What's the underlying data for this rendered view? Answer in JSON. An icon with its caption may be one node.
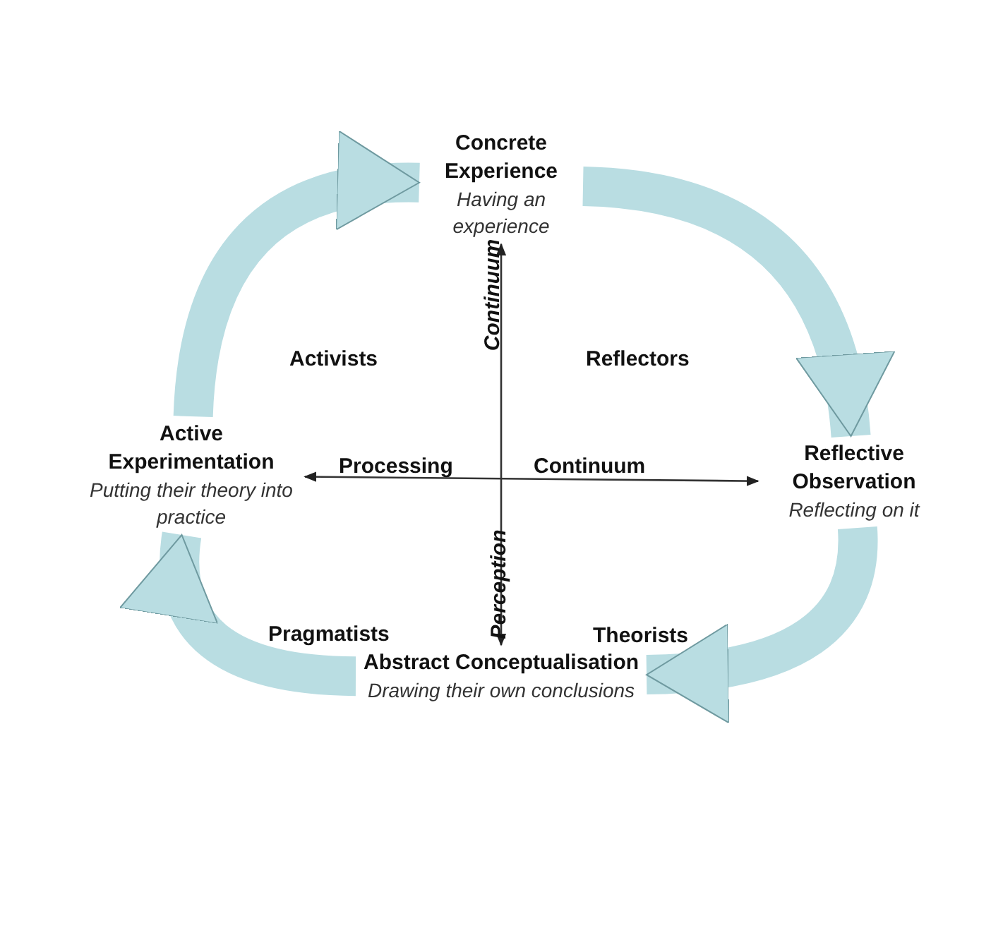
{
  "diagram": {
    "nodes": [
      {
        "text": [
          "Concrete Experience",
          "Having an experience"
        ]
      },
      {
        "text": [
          "Active Experimentation",
          "Putting their theory into practice"
        ]
      },
      {
        "text": [
          "Reflective Observation",
          "Reflecting on it"
        ]
      },
      {
        "text": [
          "Abstract Conceptualisation",
          "Drawing their own conclusions"
        ]
      }
    ],
    "edges": [
      {
        "from": 0,
        "to": 2,
        "arrow": "to"
      },
      {
        "from": 2,
        "to": 3,
        "arrow": "to"
      },
      {
        "from": 3,
        "to": 1,
        "arrow": "to"
      },
      {
        "from": 1,
        "to": 0,
        "arrow": "to"
      },
      {
        "from": 0,
        "to": 3,
        "arrow": "both",
        "color": "#333333"
      },
      {
        "from": 1,
        "to": 2,
        "arrow": "both",
        "color": "#333333"
      }
    ],
    "labels": [
      "Continuum",
      "Activists",
      "Reflectors",
      "Processing",
      "Continuum",
      "Perception",
      "Pragmatists",
      "Theorists"
    ]
  }
}
